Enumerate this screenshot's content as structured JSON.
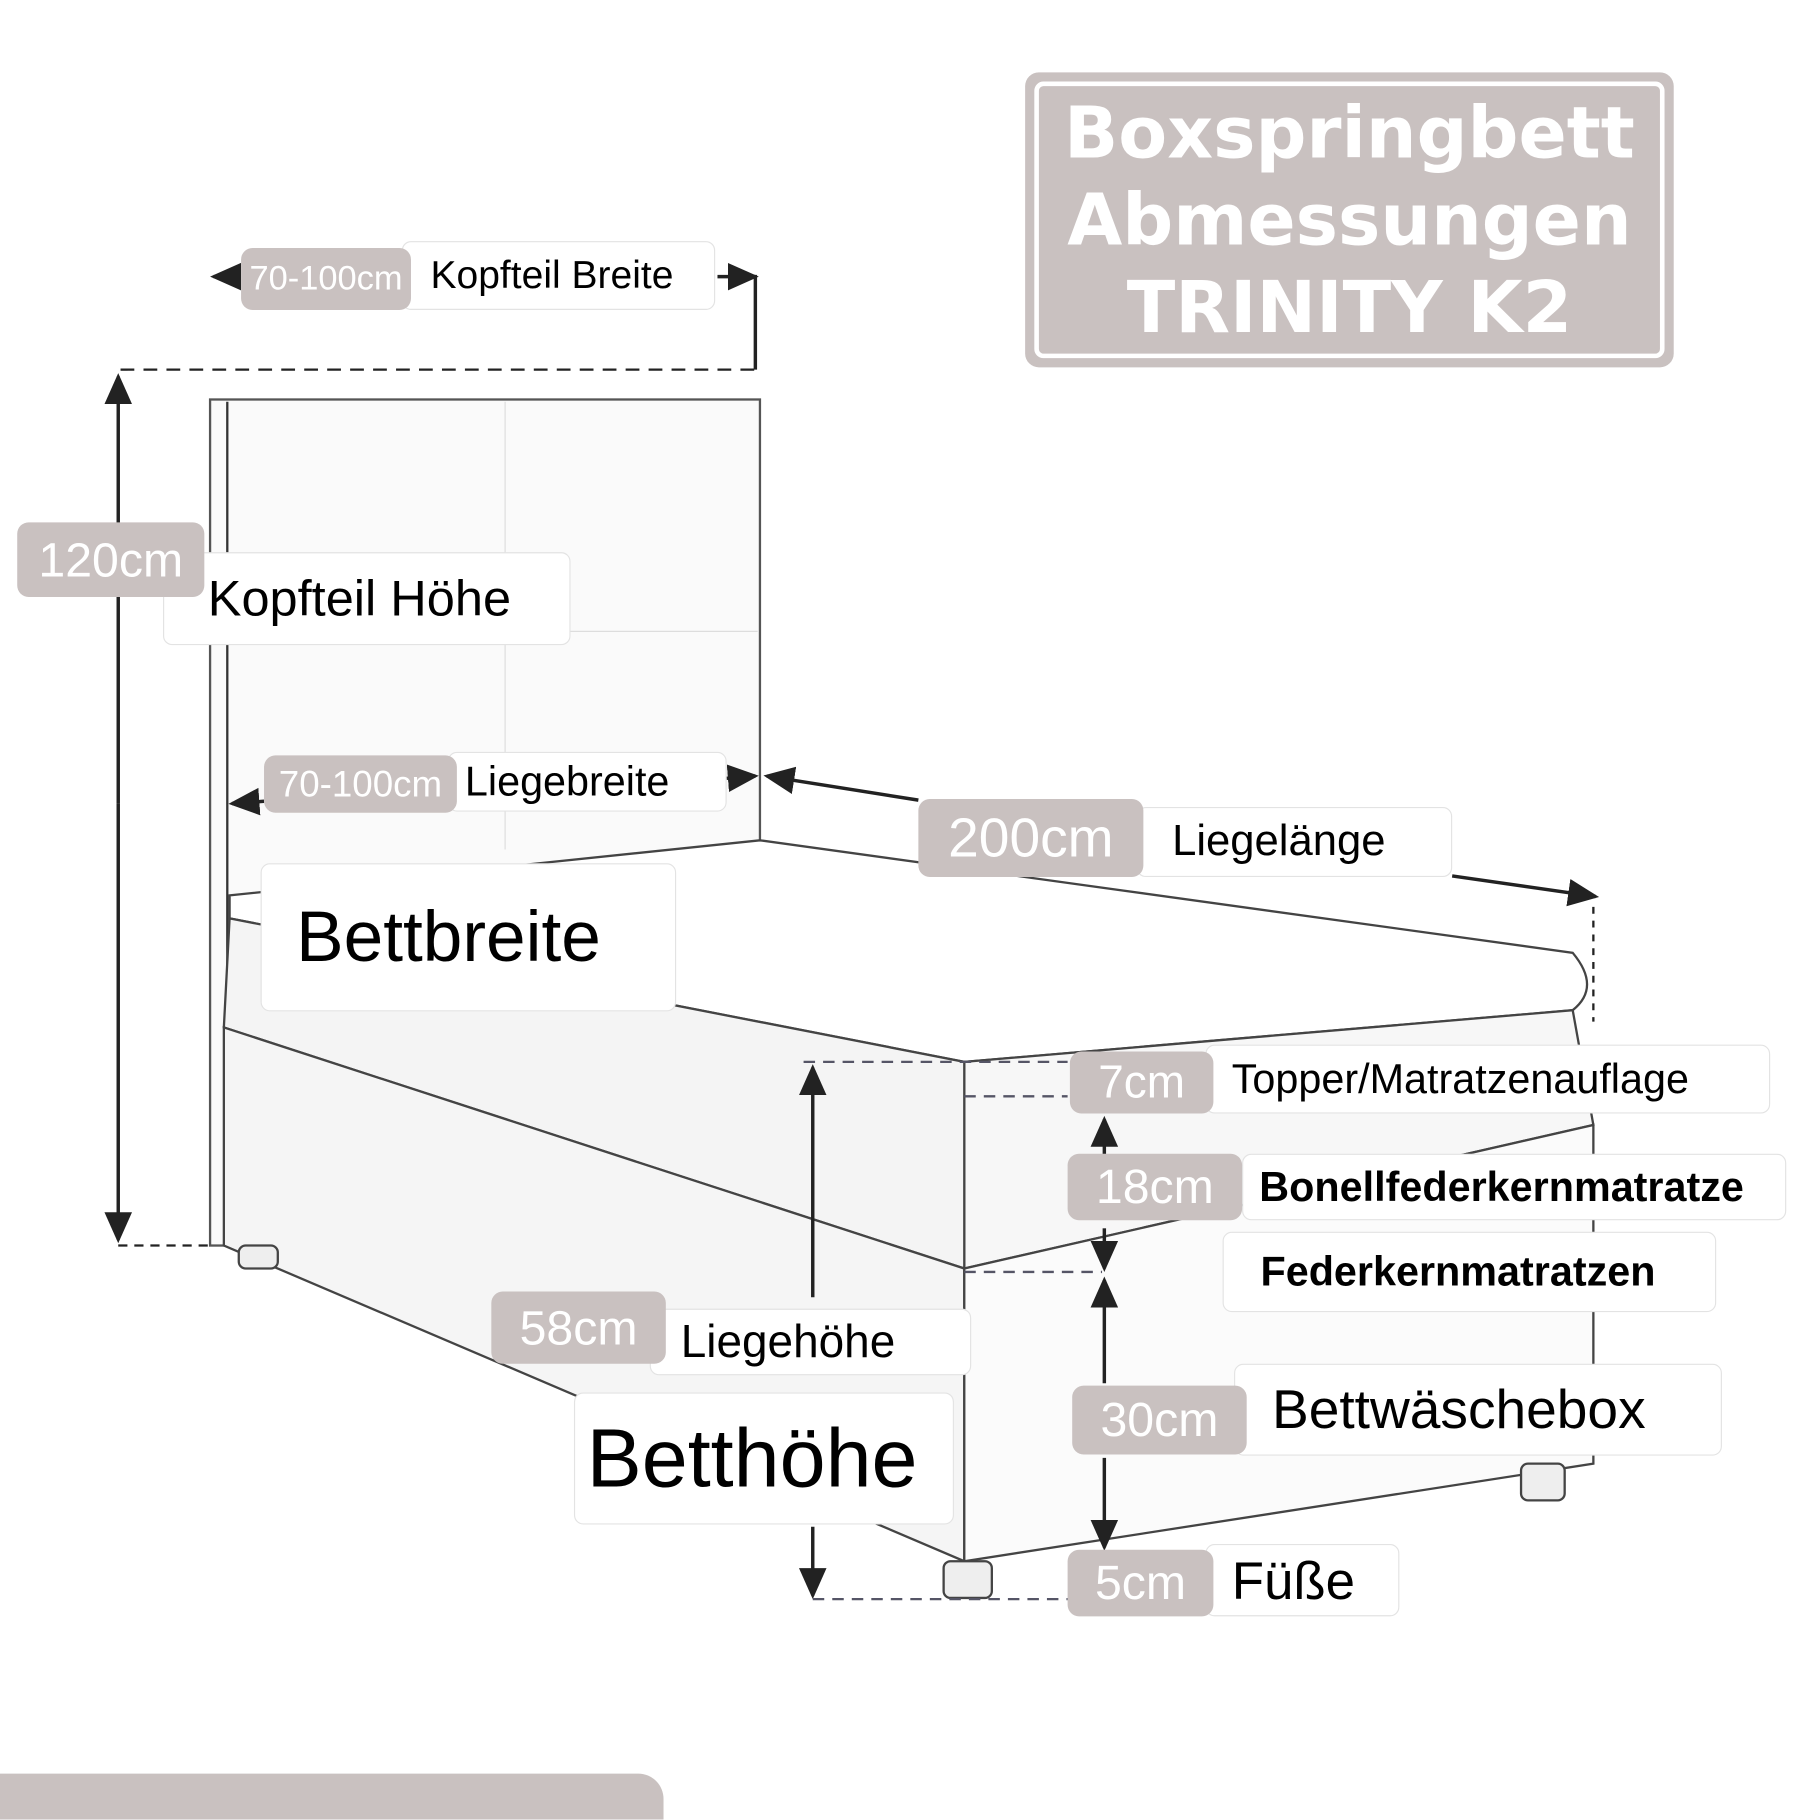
{
  "title": {
    "line1": "Boxspringbett",
    "line2": "Abmessungen",
    "line3": "TRINITY K2"
  },
  "colors": {
    "pill": "#c9c1c0",
    "line": "#222222"
  },
  "labels": {
    "kopfteil_breite": {
      "value": "70-100cm",
      "text": "Kopfteil Breite"
    },
    "kopfteil_hoehe": {
      "value": "120cm",
      "text": "Kopfteil Höhe"
    },
    "liegebreite": {
      "value": "70-100cm",
      "text": "Liegebreite"
    },
    "liegelaenge": {
      "value": "200cm",
      "text": "Liegelänge"
    },
    "bettbreite": {
      "text": "Bettbreite"
    },
    "topper": {
      "value": "7cm",
      "text": "Topper/Matratzenauflage"
    },
    "matratze": {
      "value": "18cm",
      "text": "Bonellfederkernmatratze"
    },
    "federkern": {
      "text": "Federkernmatratzen"
    },
    "liegehoehe": {
      "value": "58cm",
      "text": "Liegehöhe"
    },
    "betthoehe": {
      "text": "Betthöhe"
    },
    "box": {
      "value": "30cm",
      "text": "Bettwäschebox"
    },
    "fuesse": {
      "value": "5cm",
      "text": "Füße"
    }
  }
}
